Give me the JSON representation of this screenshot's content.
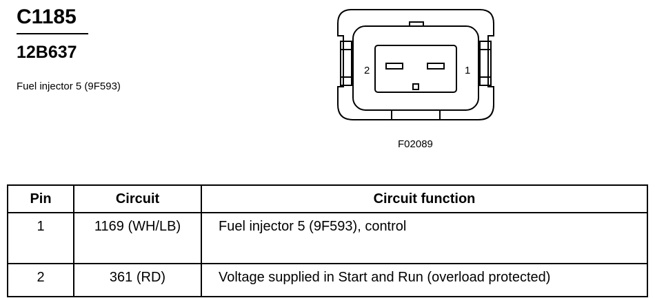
{
  "header": {
    "connector_id": "C1185",
    "part_number": "12B637",
    "description": "Fuel injector 5 (9F593)"
  },
  "diagram": {
    "pin_left_label": "2",
    "pin_right_label": "1",
    "figure_number": "F02089"
  },
  "table": {
    "headers": {
      "pin": "Pin",
      "circuit": "Circuit",
      "function": "Circuit function"
    },
    "rows": [
      {
        "pin": "1",
        "circuit": "1169 (WH/LB)",
        "function": "Fuel injector 5 (9F593), control"
      },
      {
        "pin": "2",
        "circuit": "361 (RD)",
        "function": "Voltage supplied in Start and Run (overload protected)"
      }
    ]
  }
}
